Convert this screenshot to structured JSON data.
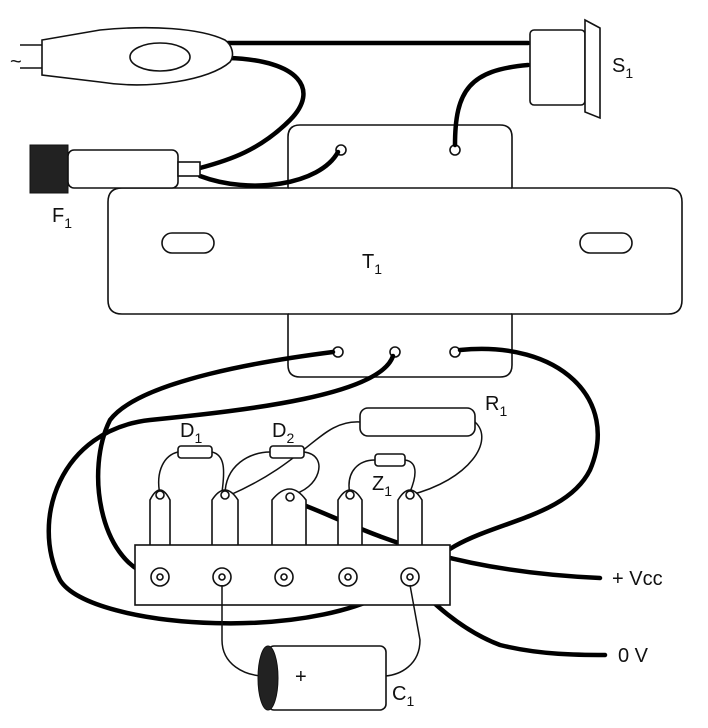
{
  "diagram": {
    "components": {
      "plug": {
        "symbol": "~"
      },
      "switch": {
        "main": "S",
        "sub": "1"
      },
      "fuse": {
        "main": "F",
        "sub": "1"
      },
      "transformer": {
        "main": "T",
        "sub": "1"
      },
      "resistor": {
        "main": "R",
        "sub": "1"
      },
      "diode1": {
        "main": "D",
        "sub": "1"
      },
      "diode2": {
        "main": "D",
        "sub": "2"
      },
      "zener": {
        "main": "Z",
        "sub": "1"
      },
      "capacitor": {
        "main": "C",
        "sub": "1",
        "polarity": "+"
      }
    },
    "outputs": {
      "vcc": "+ Vcc",
      "ground": "0 V"
    }
  }
}
